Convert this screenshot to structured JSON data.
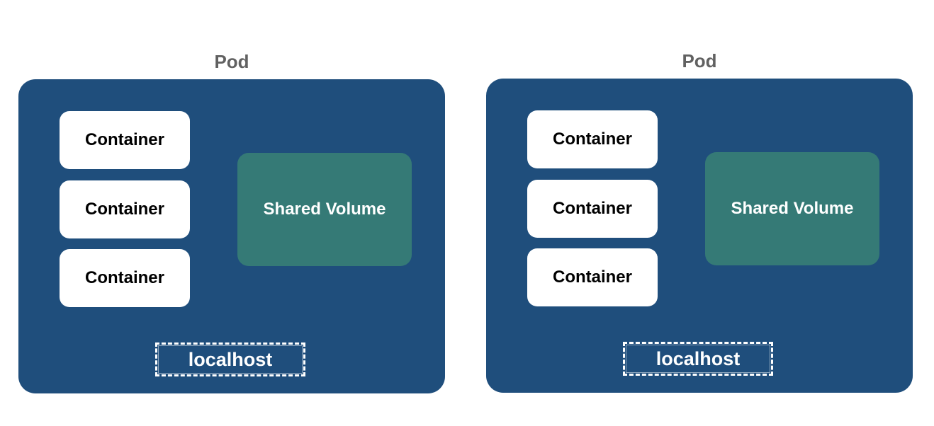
{
  "pods": [
    {
      "title": "Pod",
      "containers": [
        "Container",
        "Container",
        "Container"
      ],
      "volume": "Shared Volume",
      "network": "localhost"
    },
    {
      "title": "Pod",
      "containers": [
        "Container",
        "Container",
        "Container"
      ],
      "volume": "Shared Volume",
      "network": "localhost"
    }
  ],
  "colors": {
    "pod_background": "#1f4e7c",
    "volume_background": "#357a76",
    "container_background": "#ffffff",
    "title_text": "#616161"
  }
}
